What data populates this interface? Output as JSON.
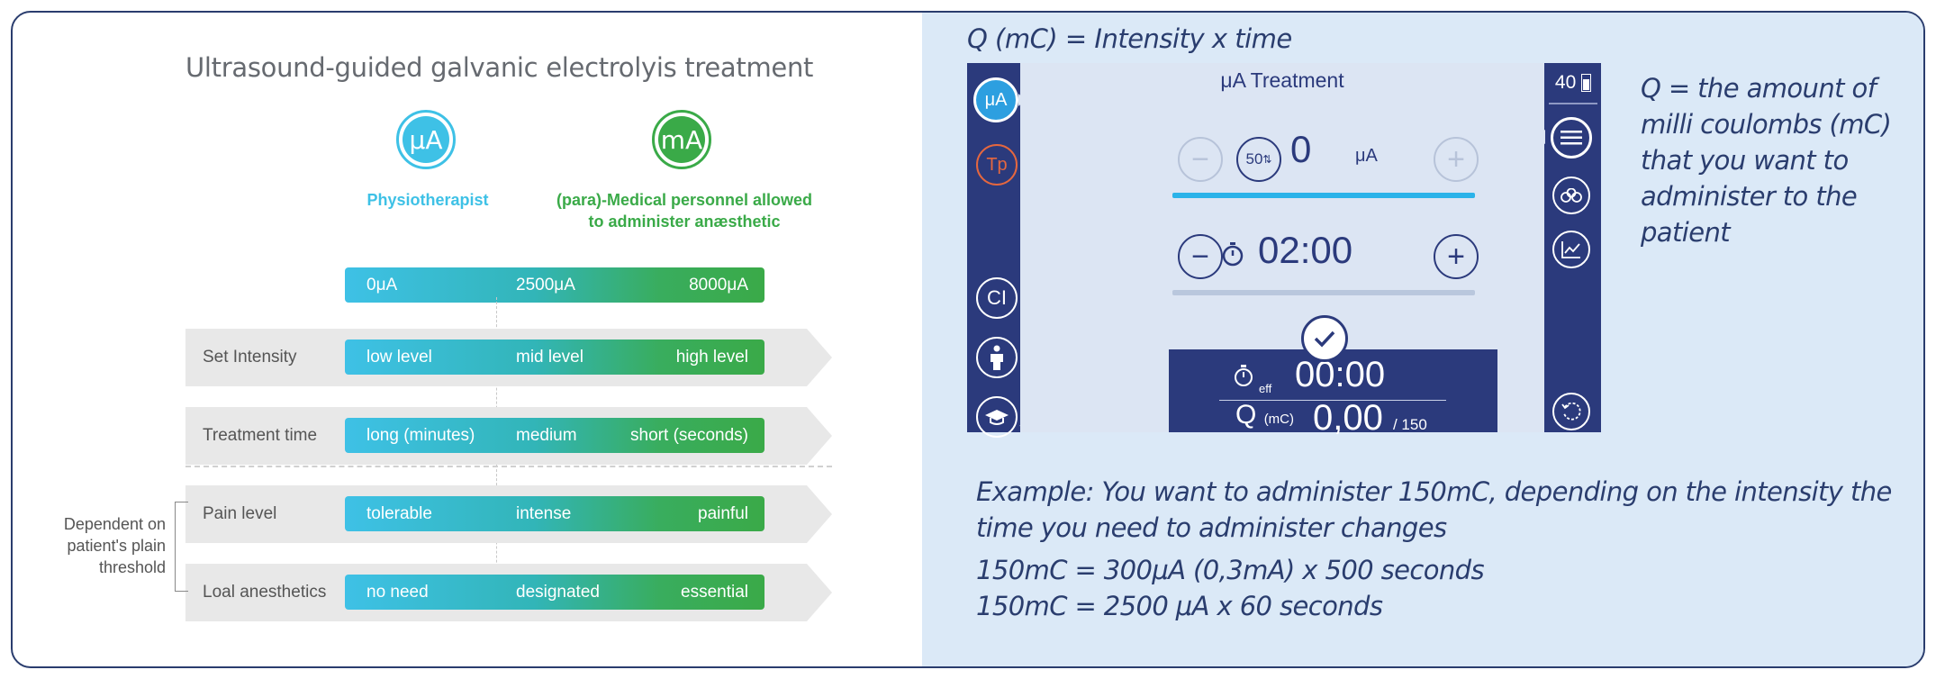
{
  "left": {
    "title": "Ultrasound-guided galvanic electrolyis treatment",
    "roles": [
      {
        "icon": "μA",
        "label": "Physiotherapist",
        "color": "#3ec1e6"
      },
      {
        "icon": "mA",
        "label_line1": "(para)-Medical personnel allowed",
        "label_line2": "to administer anæsthetic",
        "color": "#3aaa48"
      }
    ],
    "scale": [
      "0μA",
      "2500μA",
      "8000μA"
    ],
    "rows": [
      {
        "label": "Set Intensity",
        "values": [
          "low level",
          "mid level",
          "high level"
        ]
      },
      {
        "label": "Treatment time",
        "values": [
          "long (minutes)",
          "medium",
          "short (seconds)"
        ]
      },
      {
        "label": "Pain level",
        "values": [
          "tolerable",
          "intense",
          "painful"
        ]
      },
      {
        "label": "Loal anesthetics",
        "values": [
          "no need",
          "designated",
          "essential"
        ]
      }
    ],
    "dependent_line1": "Dependent on",
    "dependent_line2": "patient's plain",
    "dependent_line3": "threshold"
  },
  "right": {
    "formula": "Q (mC) = Intensity x time",
    "device": {
      "title": "μA Treatment",
      "ua_button": "μA",
      "tp_button": "Tp",
      "ci_button": "CI",
      "step": "50",
      "intensity_value": "0",
      "intensity_unit": "μA",
      "timer_value": "02:00",
      "eff_label": "eff",
      "eff_time": "00:00",
      "q_label": "Q",
      "q_unit": "(mC)",
      "q_value": "0,00",
      "q_max": "/ 150",
      "battery": "40"
    },
    "q_description": "Q = the amount of milli coulombs (mC) that you want to administer to the patient",
    "example": "Example: You want to administer 150mC, depending on the intensity the time you need to administer changes",
    "equations": [
      "150mC = 300μA (0,3mA) x 500 seconds",
      "150mC = 2500 μA x 60 seconds"
    ]
  }
}
